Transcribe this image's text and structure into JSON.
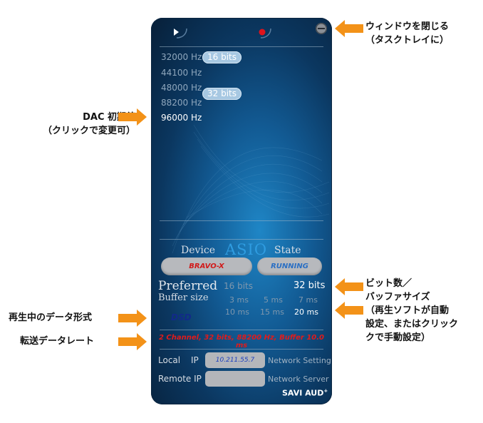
{
  "sample_rates": [
    "32000 Hz",
    "44100 Hz",
    "48000 Hz",
    "88200 Hz",
    "96000 Hz"
  ],
  "active_rate": "96000 Hz",
  "bit_options": [
    "16 bits",
    "32 bits"
  ],
  "device": {
    "device_label": "Device",
    "asio_label": "ASIO",
    "state_label": "State",
    "device_name": "BRAVO-X",
    "state_value": "RUNNING"
  },
  "preferred": {
    "title": "Preferred",
    "subtitle": "Buffer size",
    "bits_16": "16 bits",
    "bits_32": "32 bits",
    "buffers_row1": [
      "3 ms",
      "5 ms",
      "7 ms"
    ],
    "buffers_row2": [
      "10 ms",
      "15 ms",
      "20 ms"
    ]
  },
  "format_indicator": "DSD",
  "status_line": "2 Channel, 32 bits, 88200 Hz, Buffer 10.0 ms",
  "network": {
    "local_label": "Local",
    "ip_label": "IP",
    "local_ip": "10.211.55.7",
    "setting_label": "Network Setting",
    "remote_label": "Remote IP",
    "remote_ip": "",
    "server_label": "Network Server"
  },
  "logo": {
    "text": "SAVI AUD",
    "mark": "+"
  },
  "annotations": {
    "close_window": [
      "ウィンドウを閉じる",
      "（タスクトレイに）"
    ],
    "dac_default": [
      "DAC 初期値",
      "（クリックで変更可）"
    ],
    "bits_buffer": [
      "ビット数／",
      "バッファサイズ",
      "（再生ソフトが自動",
      "設定、またはクリック",
      "クで手動設定）"
    ],
    "playing_format": "再生中のデータ形式",
    "transfer_rate": "転送データレート"
  },
  "colors": {
    "accent_arrow": "#f39218",
    "status_red": "#e01b1b",
    "asio_blue": "#2f9ce0",
    "record_red": "#e0141c"
  }
}
